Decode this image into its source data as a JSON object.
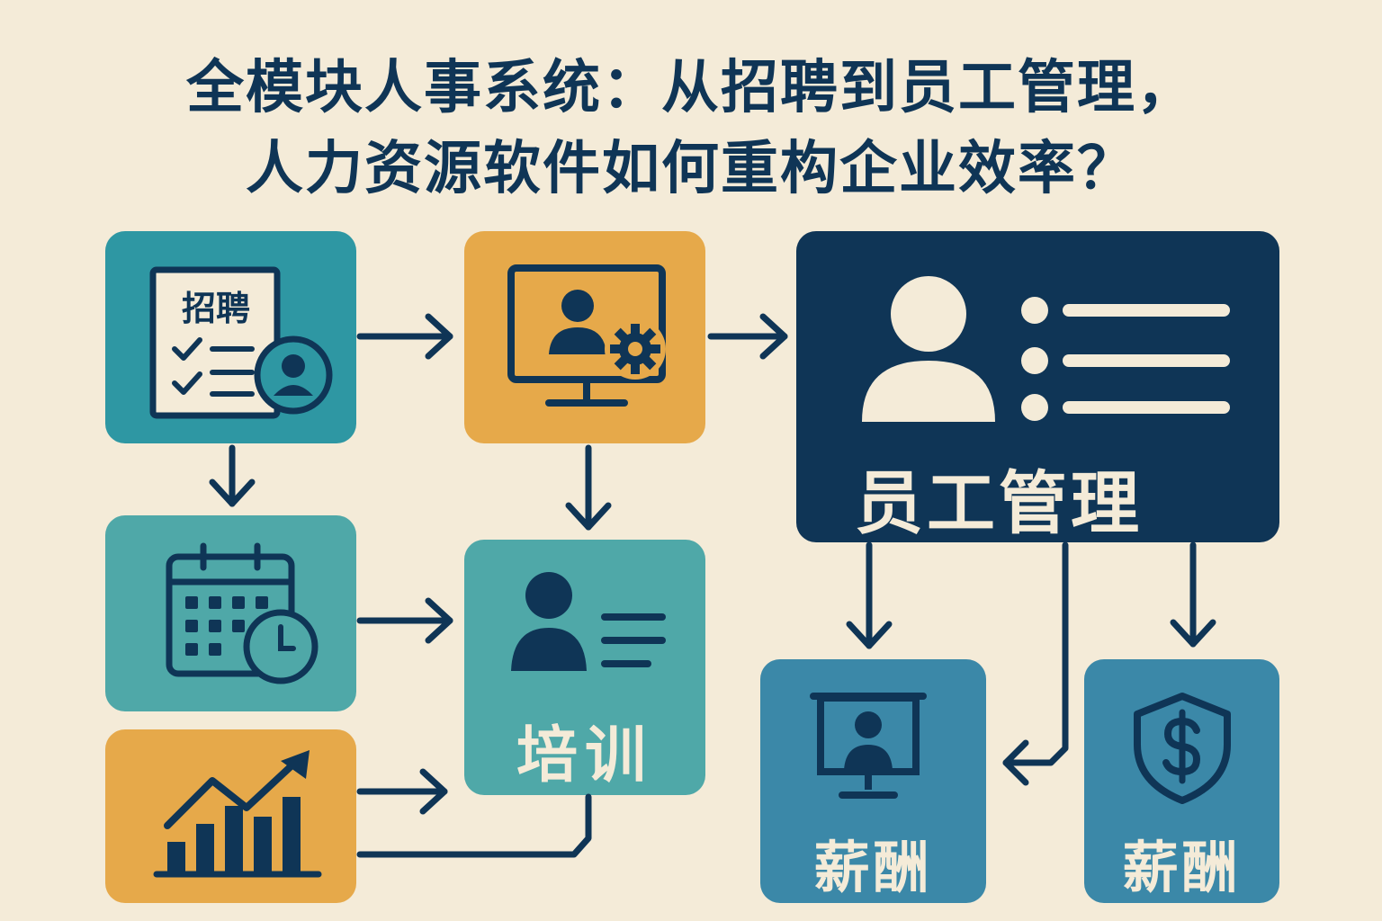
{
  "title": {
    "line1": "全模块人事系统：从招聘到员工管理，",
    "line2": "人力资源软件如何重构企业效率？"
  },
  "modules": {
    "recruitment": {
      "label": "招聘",
      "icon": "recruitment-checklist-icon"
    },
    "scheduling": {
      "icon": "calendar-clock-icon"
    },
    "analytics": {
      "icon": "growth-chart-icon"
    },
    "onboarding": {
      "icon": "monitor-gear-icon"
    },
    "training": {
      "label": "培训",
      "icon": "person-list-icon"
    },
    "employee_management": {
      "label": "员工管理",
      "icon": "profile-card-icon"
    },
    "payroll_left": {
      "label": "薪酬",
      "icon": "presentation-person-icon"
    },
    "payroll_right": {
      "label": "薪酬",
      "icon": "shield-dollar-icon"
    }
  },
  "colors": {
    "background": "#f4ebd8",
    "navy": "#0f3556",
    "teal": "#2e97a3",
    "teal_light": "#4fa8a8",
    "orange": "#e6a94a",
    "blue": "#3b88a8",
    "cream": "#f4ebd8"
  }
}
